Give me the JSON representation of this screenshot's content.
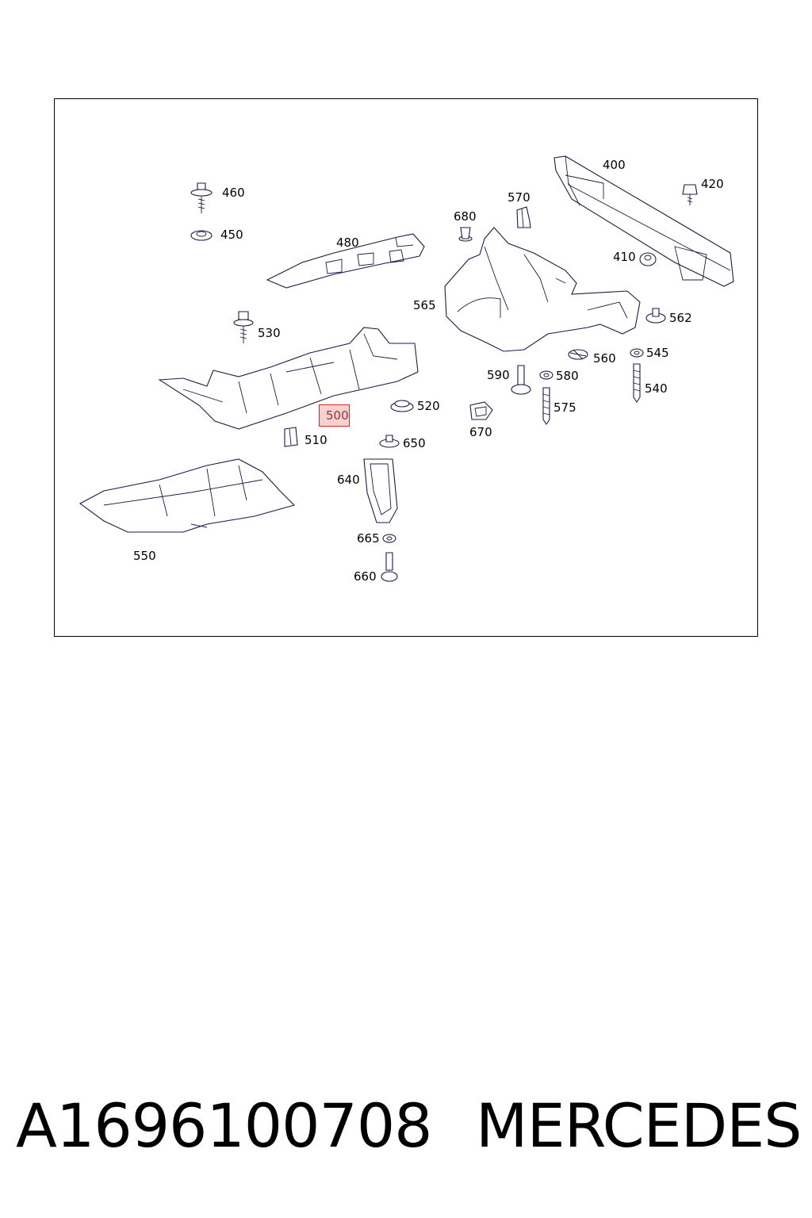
{
  "diagram": {
    "highlighted_label": "500",
    "callouts": [
      {
        "id": "c400",
        "text": "400"
      },
      {
        "id": "c420",
        "text": "420"
      },
      {
        "id": "c460",
        "text": "460"
      },
      {
        "id": "c450",
        "text": "450"
      },
      {
        "id": "c570",
        "text": "570"
      },
      {
        "id": "c680",
        "text": "680"
      },
      {
        "id": "c480",
        "text": "480"
      },
      {
        "id": "c410",
        "text": "410"
      },
      {
        "id": "c565",
        "text": "565"
      },
      {
        "id": "c562",
        "text": "562"
      },
      {
        "id": "c530",
        "text": "530"
      },
      {
        "id": "c545",
        "text": "545"
      },
      {
        "id": "c560",
        "text": "560"
      },
      {
        "id": "c590",
        "text": "590"
      },
      {
        "id": "c580",
        "text": "580"
      },
      {
        "id": "c540",
        "text": "540"
      },
      {
        "id": "c520",
        "text": "520"
      },
      {
        "id": "c500",
        "text": "500"
      },
      {
        "id": "c575",
        "text": "575"
      },
      {
        "id": "c510",
        "text": "510"
      },
      {
        "id": "c670",
        "text": "670"
      },
      {
        "id": "c650",
        "text": "650"
      },
      {
        "id": "c640",
        "text": "640"
      },
      {
        "id": "c550",
        "text": "550"
      },
      {
        "id": "c665",
        "text": "665"
      },
      {
        "id": "c660",
        "text": "660"
      }
    ]
  },
  "footer": {
    "part_number": "A1696100708",
    "brand": "MERCEDES"
  }
}
